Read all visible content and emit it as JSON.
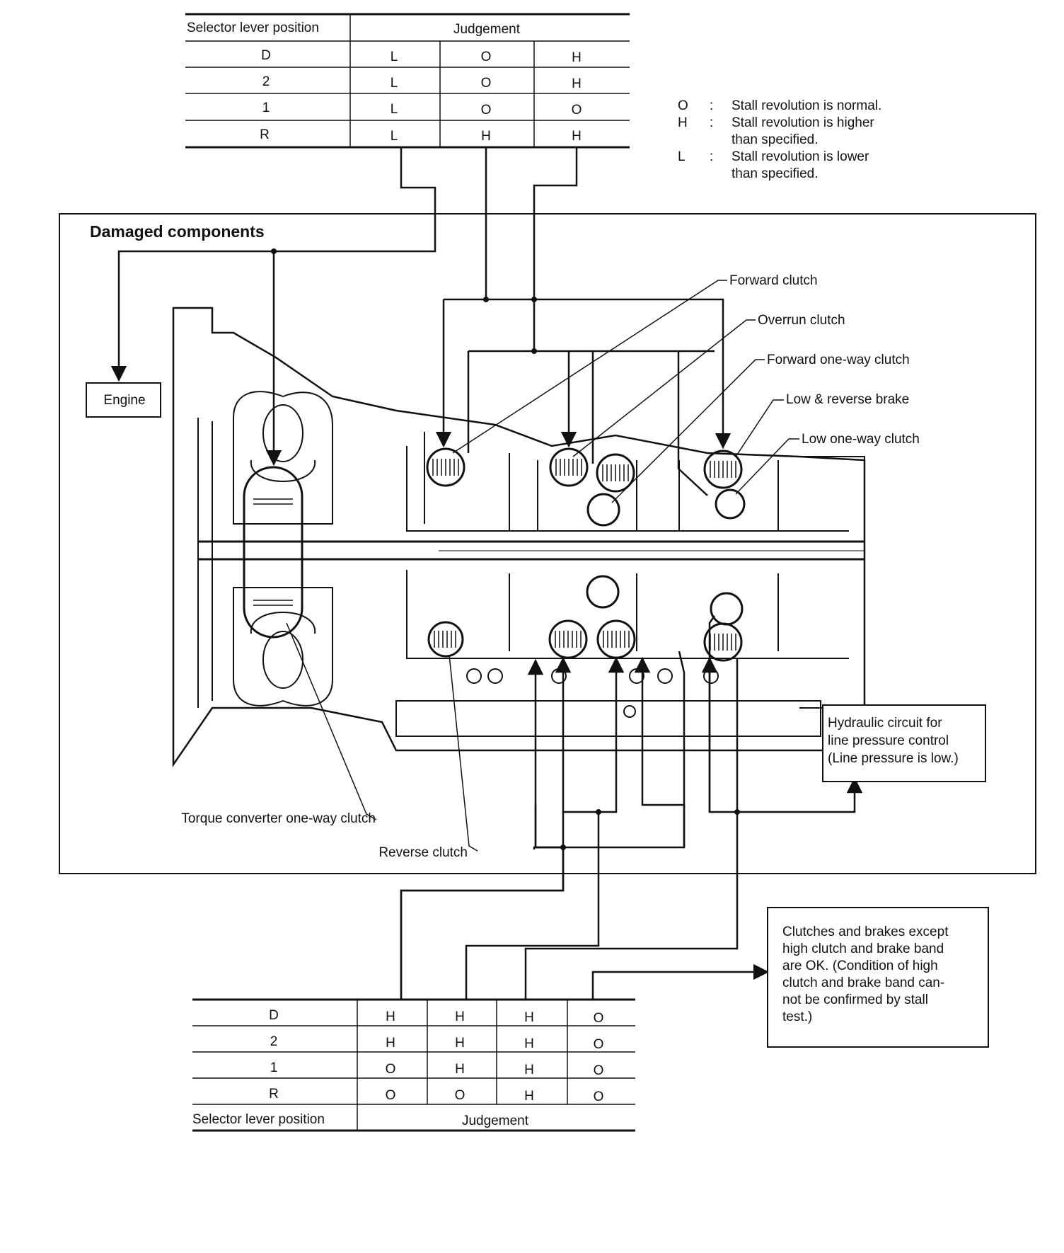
{
  "top_table": {
    "header": {
      "position": "Selector lever position",
      "judgement": "Judgement"
    },
    "rows": [
      {
        "pos": "D",
        "vals": [
          "L",
          "O",
          "H"
        ]
      },
      {
        "pos": "2",
        "vals": [
          "L",
          "O",
          "H"
        ]
      },
      {
        "pos": "1",
        "vals": [
          "L",
          "O",
          "O"
        ]
      },
      {
        "pos": "R",
        "vals": [
          "L",
          "H",
          "H"
        ]
      }
    ]
  },
  "legend": [
    {
      "key": "O",
      "sep": ":",
      "lines": [
        "Stall revolution is normal."
      ]
    },
    {
      "key": "H",
      "sep": ":",
      "lines": [
        "Stall revolution is higher",
        "than specified."
      ]
    },
    {
      "key": "L",
      "sep": ":",
      "lines": [
        "Stall revolution is lower",
        "than specified."
      ]
    }
  ],
  "main": {
    "title": "Damaged components",
    "engine": "Engine",
    "labels": {
      "forward_clutch": "Forward clutch",
      "overrun_clutch": "Overrun clutch",
      "forward_one_way": "Forward one-way clutch",
      "low_reverse_brake": "Low & reverse brake",
      "low_one_way": "Low one-way clutch",
      "torque_converter": "Torque converter one-way clutch",
      "reverse_clutch": "Reverse clutch"
    },
    "hydraulic_box": [
      "Hydraulic circuit for",
      "line pressure control",
      "(Line pressure is low.)"
    ]
  },
  "ok_box": [
    "Clutches and brakes except",
    "high clutch and brake band",
    "are OK. (Condition of high",
    "clutch and brake band can-",
    "not be confirmed by stall",
    "test.)"
  ],
  "bottom_table": {
    "rows": [
      {
        "pos": "D",
        "vals": [
          "H",
          "H",
          "H",
          "O"
        ]
      },
      {
        "pos": "2",
        "vals": [
          "H",
          "H",
          "H",
          "O"
        ]
      },
      {
        "pos": "1",
        "vals": [
          "O",
          "H",
          "H",
          "O"
        ]
      },
      {
        "pos": "R",
        "vals": [
          "O",
          "O",
          "H",
          "O"
        ]
      }
    ],
    "footer": {
      "position": "Selector lever position",
      "judgement": "Judgement"
    }
  },
  "colors": {
    "ink": "#111111",
    "paper": "#ffffff"
  }
}
